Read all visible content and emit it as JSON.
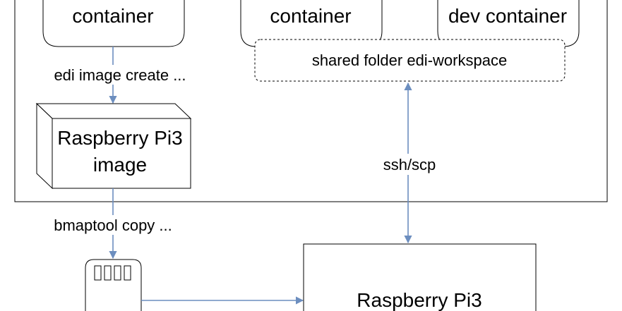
{
  "nodes": {
    "container_left": "container",
    "container_mid": "container",
    "dev_container": "dev container",
    "shared_folder": "shared folder edi-workspace",
    "rpi_image_line1": "Raspberry Pi3",
    "rpi_image_line2": "image",
    "raspberry_pi": "Raspberry Pi3"
  },
  "edges": {
    "edi_image_create": "edi image create ...",
    "bmaptool_copy": "bmaptool copy ...",
    "ssh_scp": "ssh/scp"
  },
  "colors": {
    "arrow": "#6c8ebf",
    "stroke": "#000000",
    "background": "#ffffff"
  }
}
